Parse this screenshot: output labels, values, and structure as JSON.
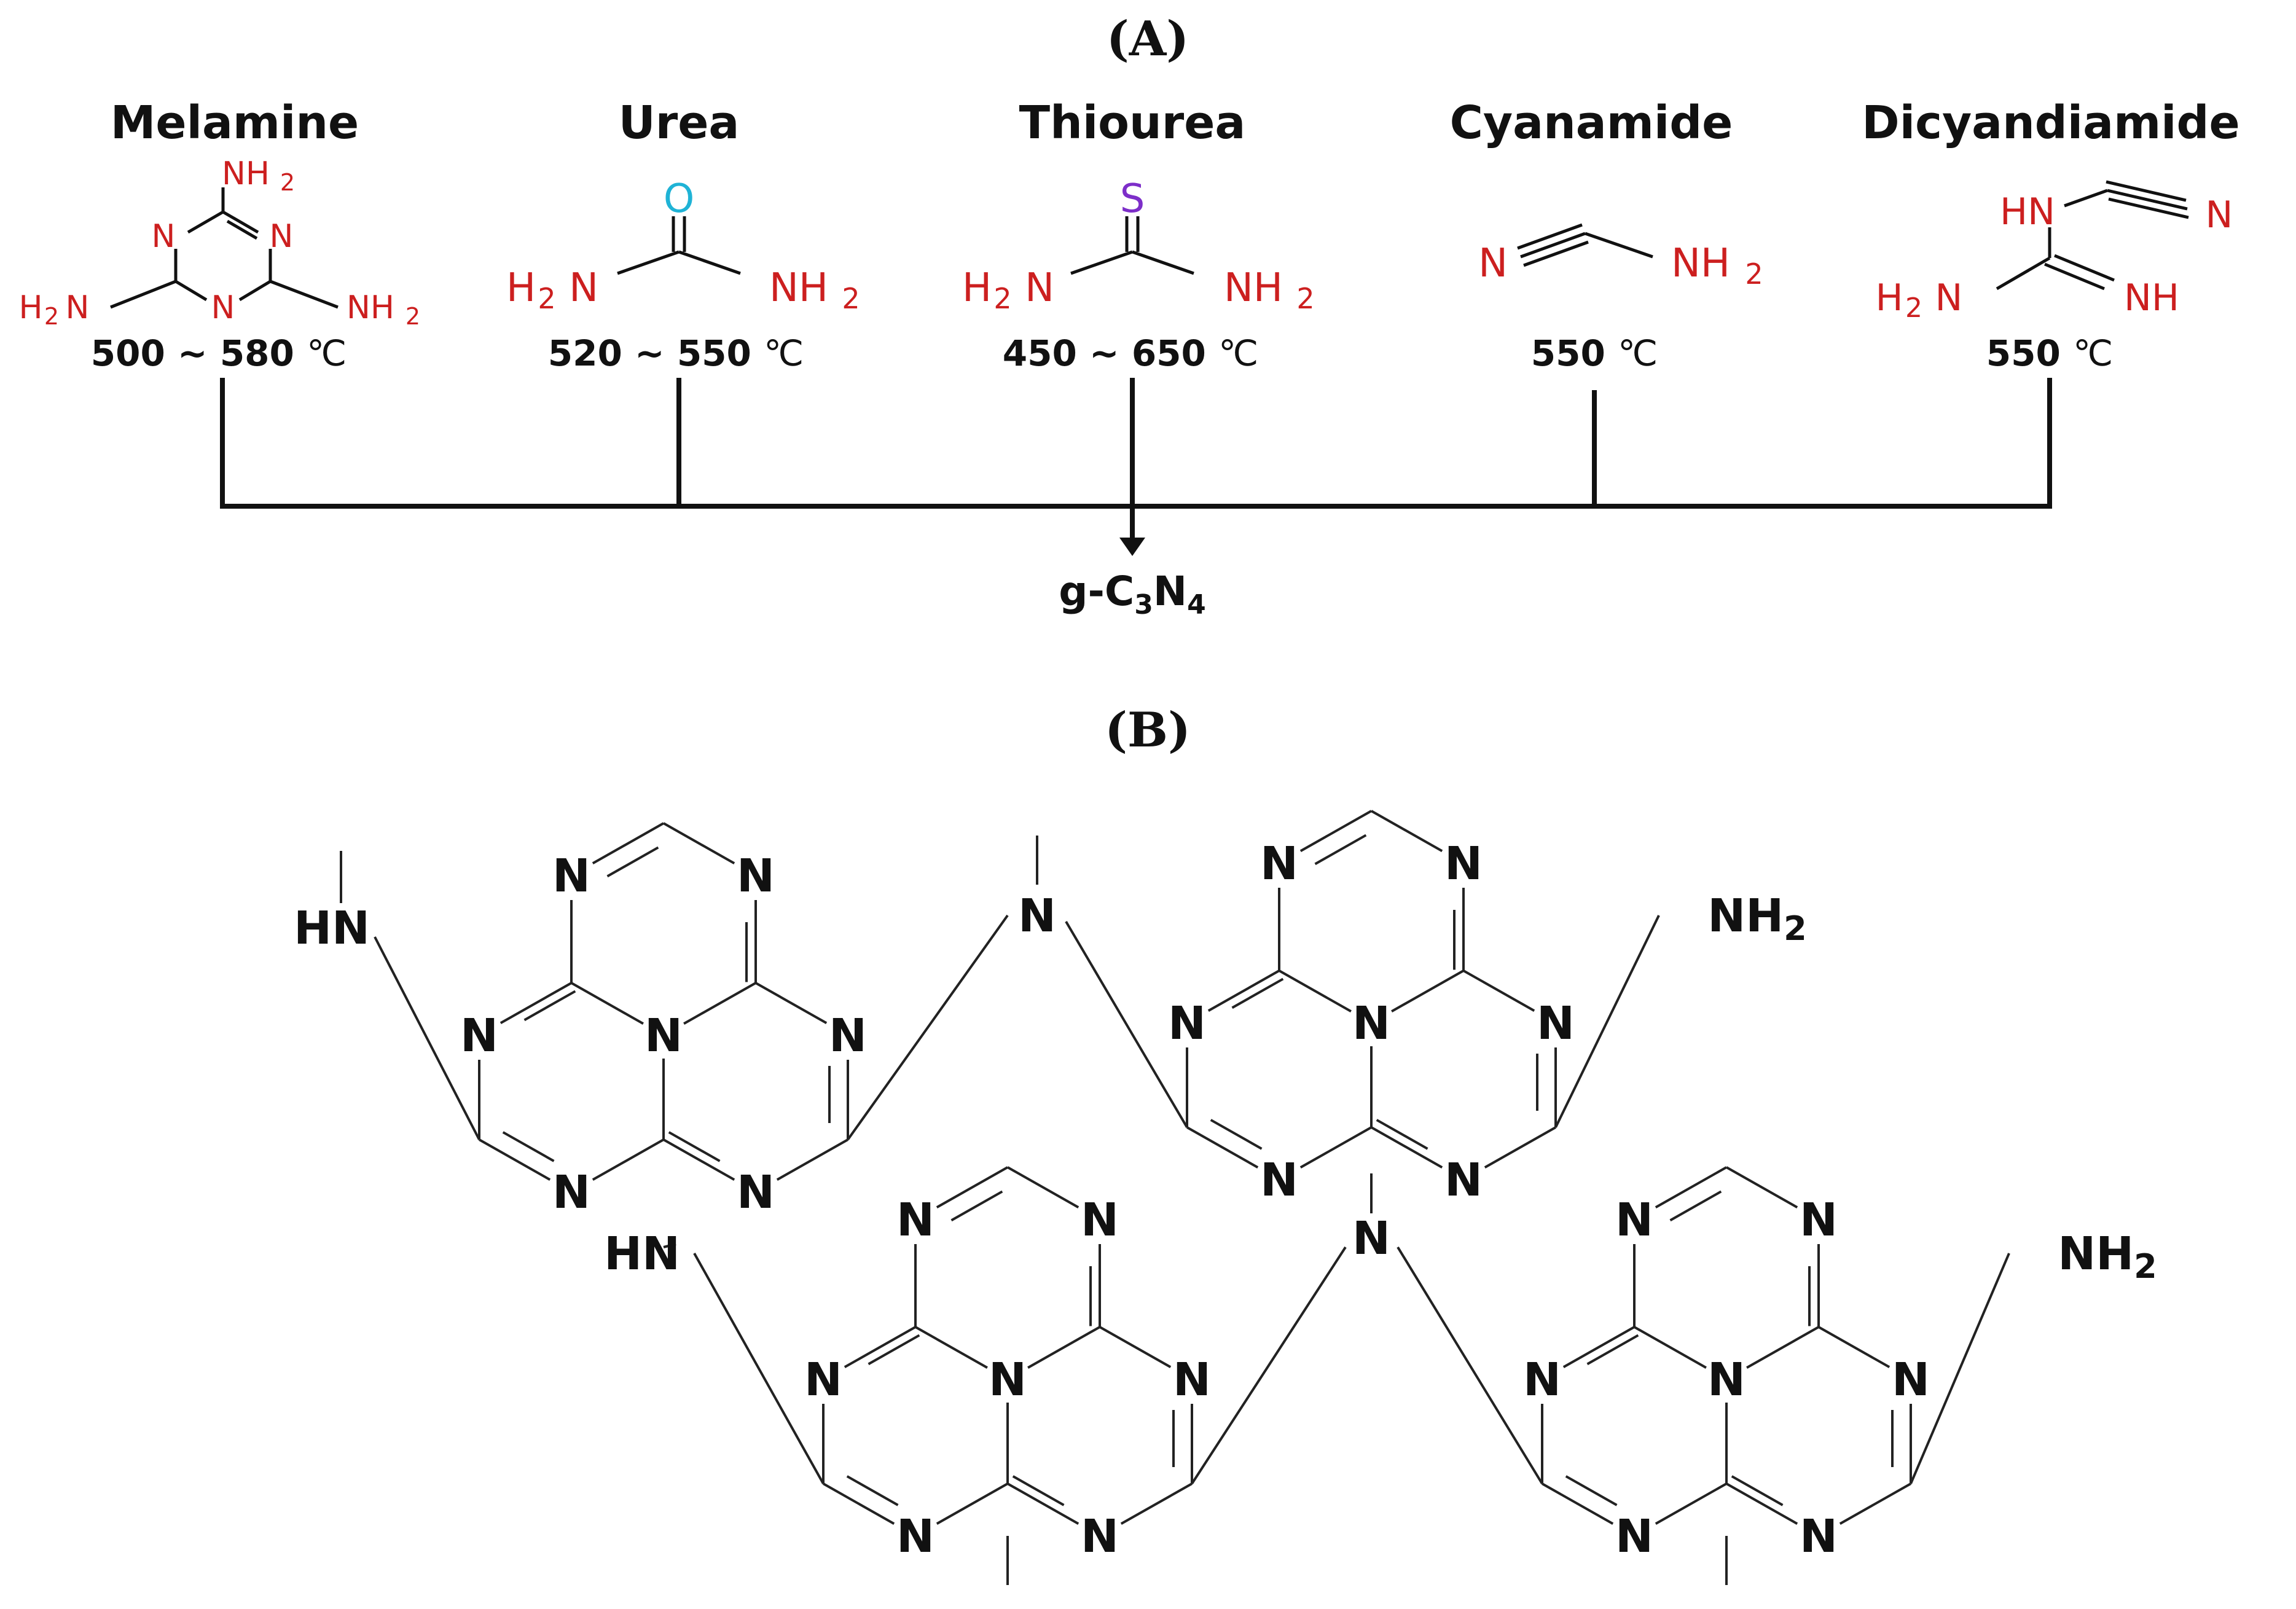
{
  "panel_a": {
    "label": "(A)",
    "product": {
      "main": "g-C",
      "sub1": "3",
      "mid": "N",
      "sub2": "4"
    },
    "temp_unit": "℃",
    "precursors": [
      {
        "name": "Melamine",
        "temperature": "500 ~ 580"
      },
      {
        "name": "Urea",
        "temperature": "520 ~ 550"
      },
      {
        "name": "Thiourea",
        "temperature": "450 ~ 650"
      },
      {
        "name": "Cyanamide",
        "temperature": "550"
      },
      {
        "name": "Dicyandiamide",
        "temperature": "550"
      }
    ]
  },
  "panel_b": {
    "label": "(B)"
  },
  "atoms": {
    "N": "N",
    "HN": "HN",
    "NH": "NH",
    "NH2": "NH",
    "H2N": "H",
    "H2N_tail": "N",
    "sub2": "2",
    "O": "O",
    "S": "S"
  },
  "colors": {
    "hetero": "#cc1f1f",
    "oxygen": "#1fb3d6",
    "sulfur": "#7d2ec9",
    "ink": "#111111"
  }
}
